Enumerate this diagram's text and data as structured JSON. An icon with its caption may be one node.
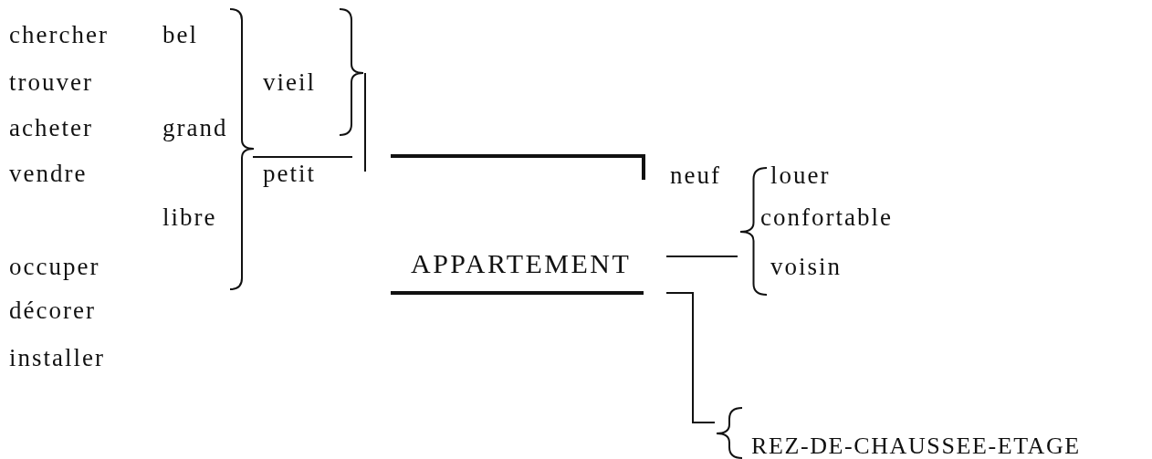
{
  "diagram": {
    "nodes": [
      {
        "text": [
          "APPARTEMENT"
        ]
      },
      {
        "text": [
          "louer",
          "confortable",
          "voisin"
        ]
      },
      {
        "text": [
          "REZ-DE-CHAUSSEE-ETAGE"
        ]
      }
    ],
    "edges": [
      {
        "from": 0,
        "to": 1,
        "arrow": "none"
      },
      {
        "from": 0,
        "to": 2,
        "arrow": "none"
      }
    ],
    "labels": [
      "chercher",
      "bel",
      "trouver",
      "vieil",
      "acheter",
      "grand",
      "vendre",
      "petit",
      "neuf",
      "libre",
      "occuper",
      "décorer",
      "installer"
    ]
  }
}
